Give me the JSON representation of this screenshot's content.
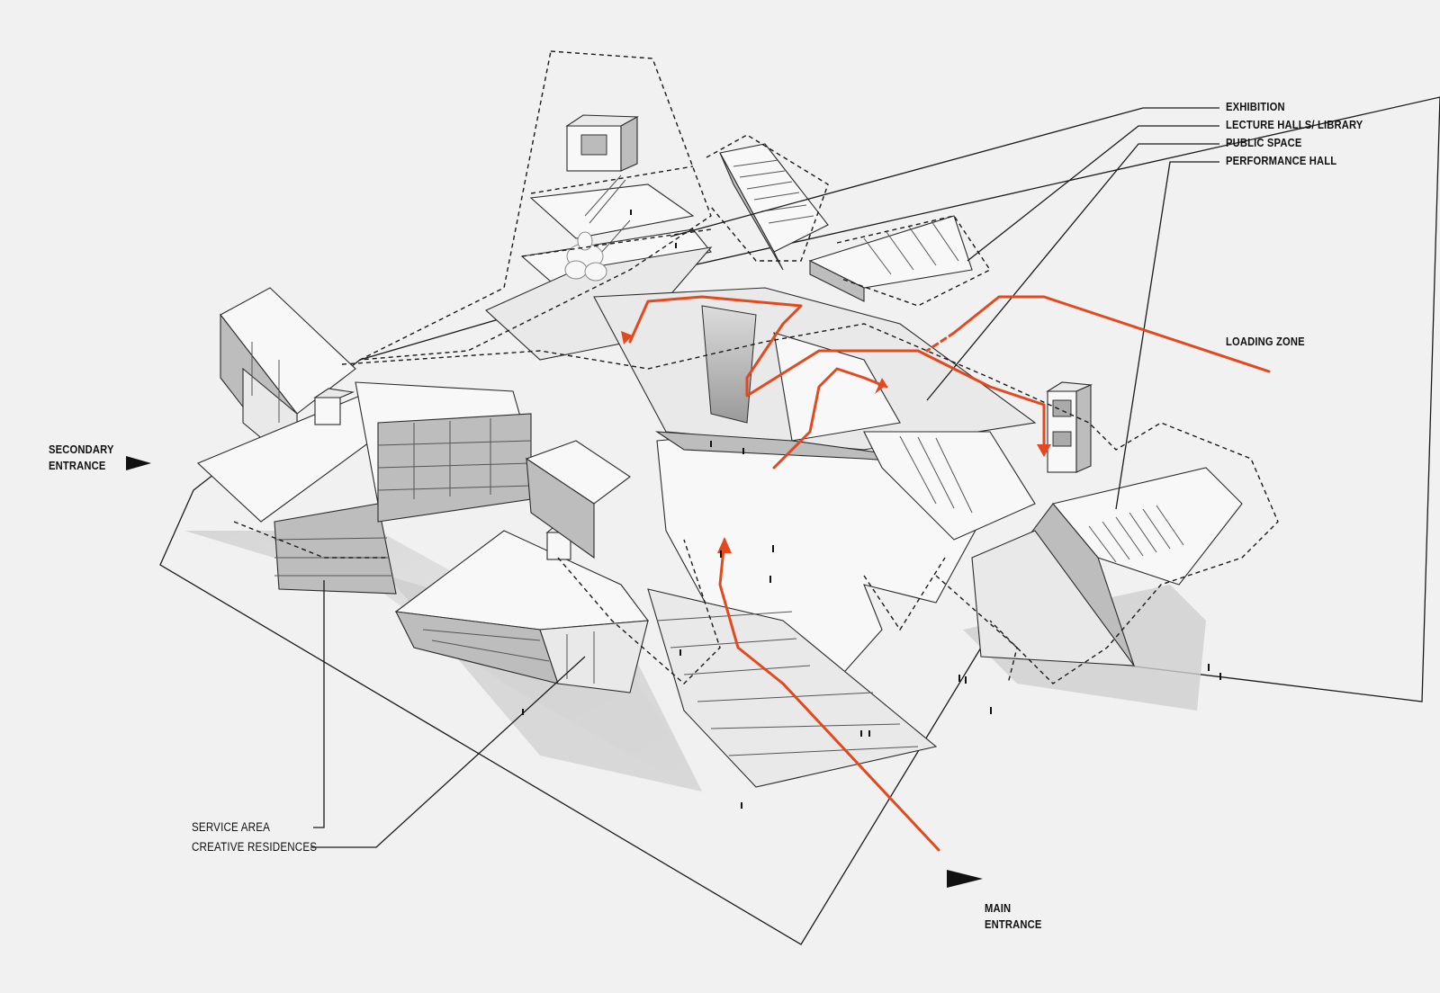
{
  "colors": {
    "background": "#f1f1f1",
    "accent": "#e2491f",
    "ink": "#111111"
  },
  "labels": {
    "exhibition": "EXHIBITION",
    "lecture_halls": "LECTURE HALLS/ LIBRARY",
    "public_space": "PUBLIC SPACE",
    "performance_hall": "PERFORMANCE HALL",
    "loading_zone": "LOADING ZONE",
    "secondary_entrance_1": "SECONDARY",
    "secondary_entrance_2": "ENTRANCE",
    "service_area": "SERVICE AREA",
    "creative_residences": "CREATIVE RESIDENCES",
    "main_entrance_1": "MAIN",
    "main_entrance_2": "ENTRANCE"
  }
}
